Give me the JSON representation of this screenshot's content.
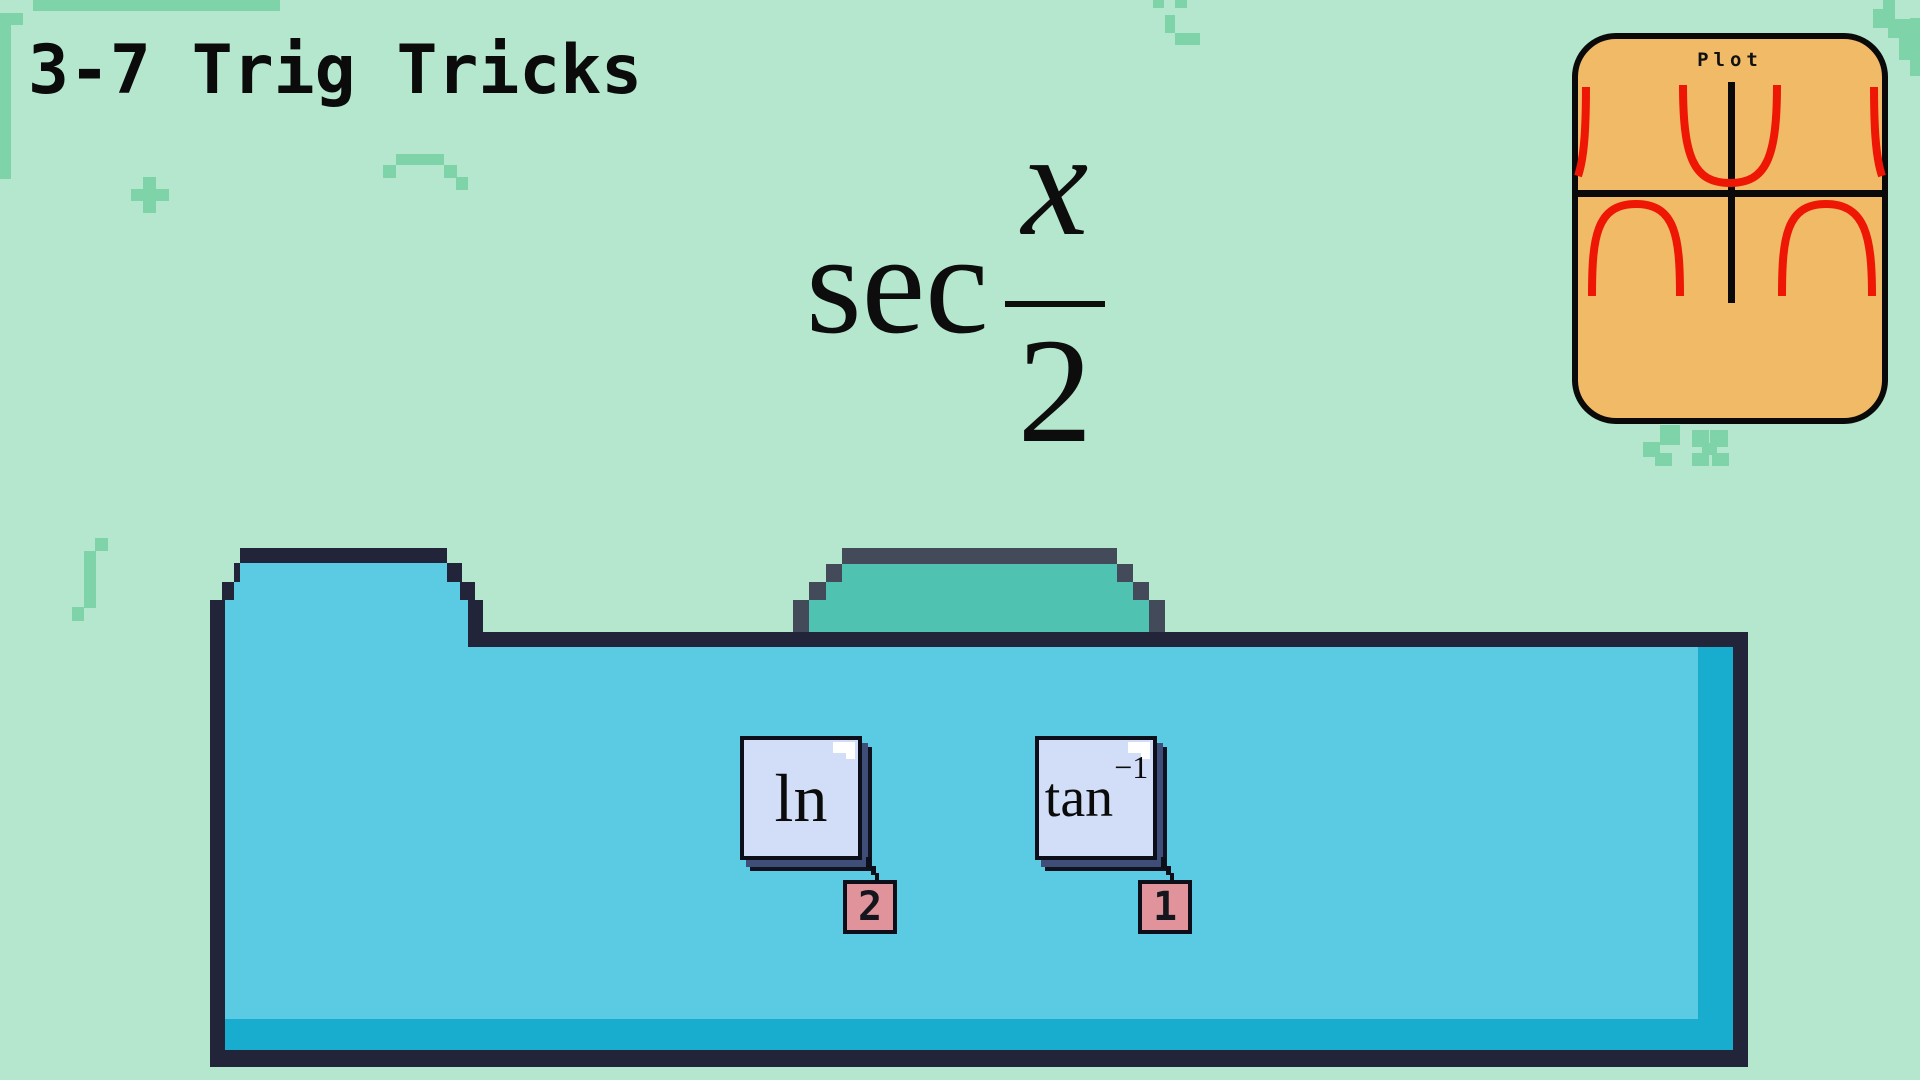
{
  "title": "3-7 Trig Tricks",
  "expression": {
    "function_name": "sec",
    "numerator": "x",
    "denominator": "2"
  },
  "plot_card": {
    "label": "Plot",
    "curve_shape": "secant-curves",
    "curve_color": "#ee1605",
    "card_color": "#f0ba67"
  },
  "tray": {
    "cards": [
      {
        "label": "ln",
        "tag_number": "2"
      },
      {
        "label_base": "tan",
        "label_superscript": "−1",
        "tag_number": "1"
      }
    ]
  },
  "colors": {
    "background": "#b4e7cd",
    "decoration_green": "#7fd3a8",
    "tray_blue": "#5acbe2",
    "tray_shadow_cyan": "#18adce",
    "tray_border_navy": "#22253a",
    "empty_slot_teal": "#50c2b2",
    "empty_slot_border": "#434b5a",
    "card_fill": "#d2def7",
    "card_shadow": "#3e4e79",
    "tag_pink": "#e0939b"
  }
}
